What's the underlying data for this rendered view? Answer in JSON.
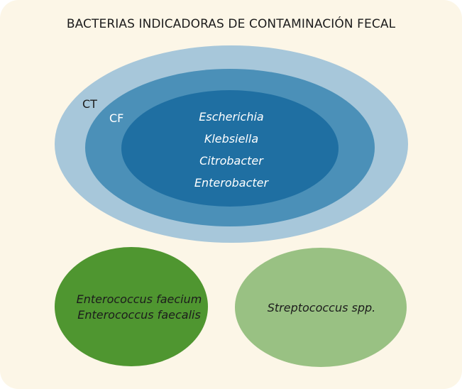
{
  "title": "BACTERIAS INDICADORAS DE CONTAMINACIÓN FECAL",
  "groups": {
    "ct": {
      "label": "CT",
      "color": "#a7c7da"
    },
    "cf": {
      "label": "CF",
      "color": "#4b90b8"
    },
    "inner": {
      "color": "#1f6fa2",
      "genera": [
        "Escherichia",
        "Klebsiella",
        "Citrobacter",
        "Enterobacter"
      ]
    },
    "enterococcus": {
      "color": "#4f9630",
      "species": [
        "Enterococcus faecium",
        "Enterococcus faecalis"
      ]
    },
    "streptococcus": {
      "color": "#99c183",
      "label": "Streptococcus spp."
    }
  }
}
